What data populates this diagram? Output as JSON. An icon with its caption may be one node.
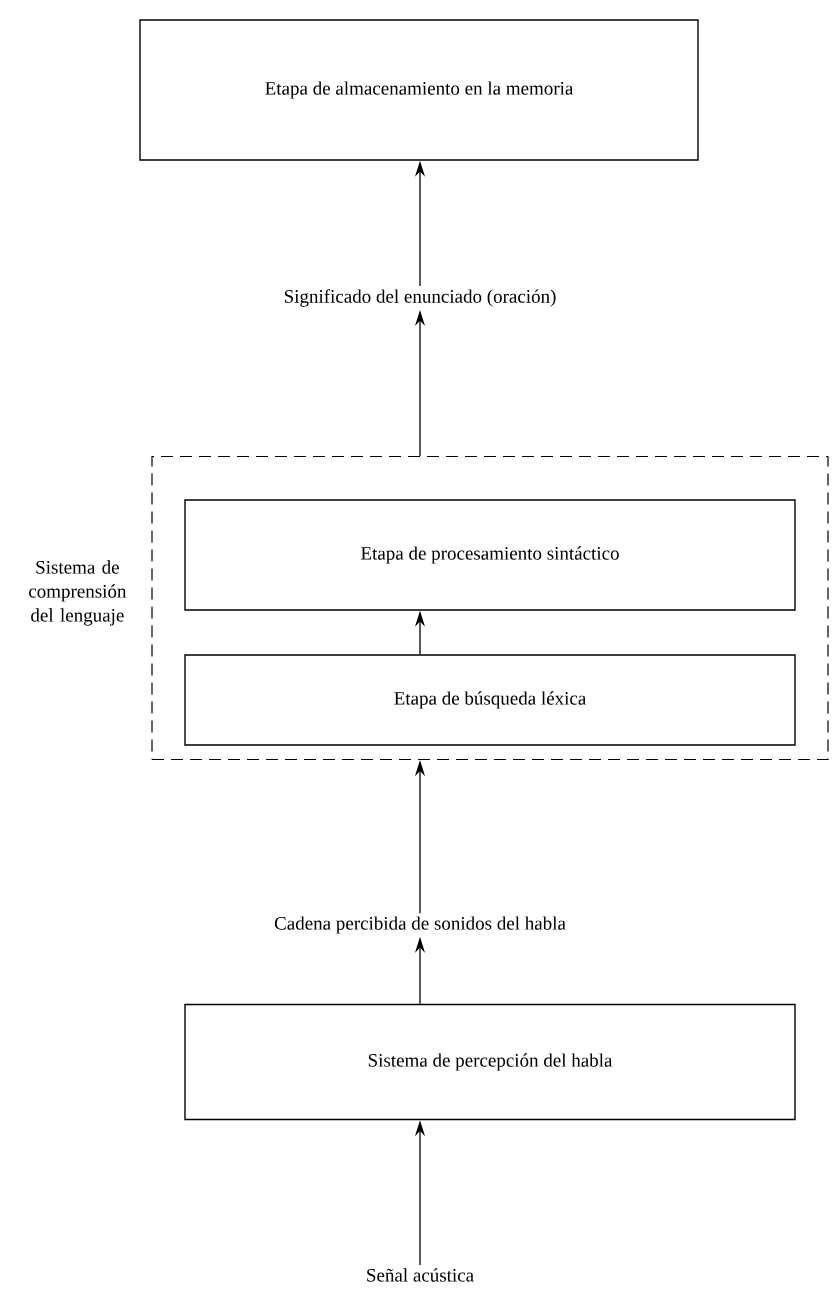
{
  "diagram": {
    "nodes": [
      {
        "text": [
          "Etapa de almacenamiento en la memoria"
        ]
      },
      {
        "text": [
          "Significado del enunciado (oración)"
        ]
      },
      {
        "text": [
          "Sistema de comprensión del lenguaje"
        ]
      },
      {
        "text": [
          "Etapa de procesamiento sintáctico"
        ],
        "in": 2
      },
      {
        "text": [
          "Etapa de búsqueda léxica"
        ],
        "in": 2
      },
      {
        "text": [
          "Cadena percibida de sonidos del habla"
        ]
      },
      {
        "text": [
          "Sistema de percepción del habla"
        ]
      },
      {
        "text": [
          "Señal acústica"
        ]
      }
    ],
    "edges": [
      {
        "from": 1,
        "to": 0,
        "arrow": "to"
      },
      {
        "from": 2,
        "to": 1,
        "arrow": "to"
      },
      {
        "from": 4,
        "to": 3,
        "arrow": "to"
      },
      {
        "from": 5,
        "to": 2,
        "arrow": "to"
      },
      {
        "from": 6,
        "to": 5,
        "arrow": "to"
      },
      {
        "from": 7,
        "to": 6,
        "arrow": "to"
      }
    ]
  }
}
